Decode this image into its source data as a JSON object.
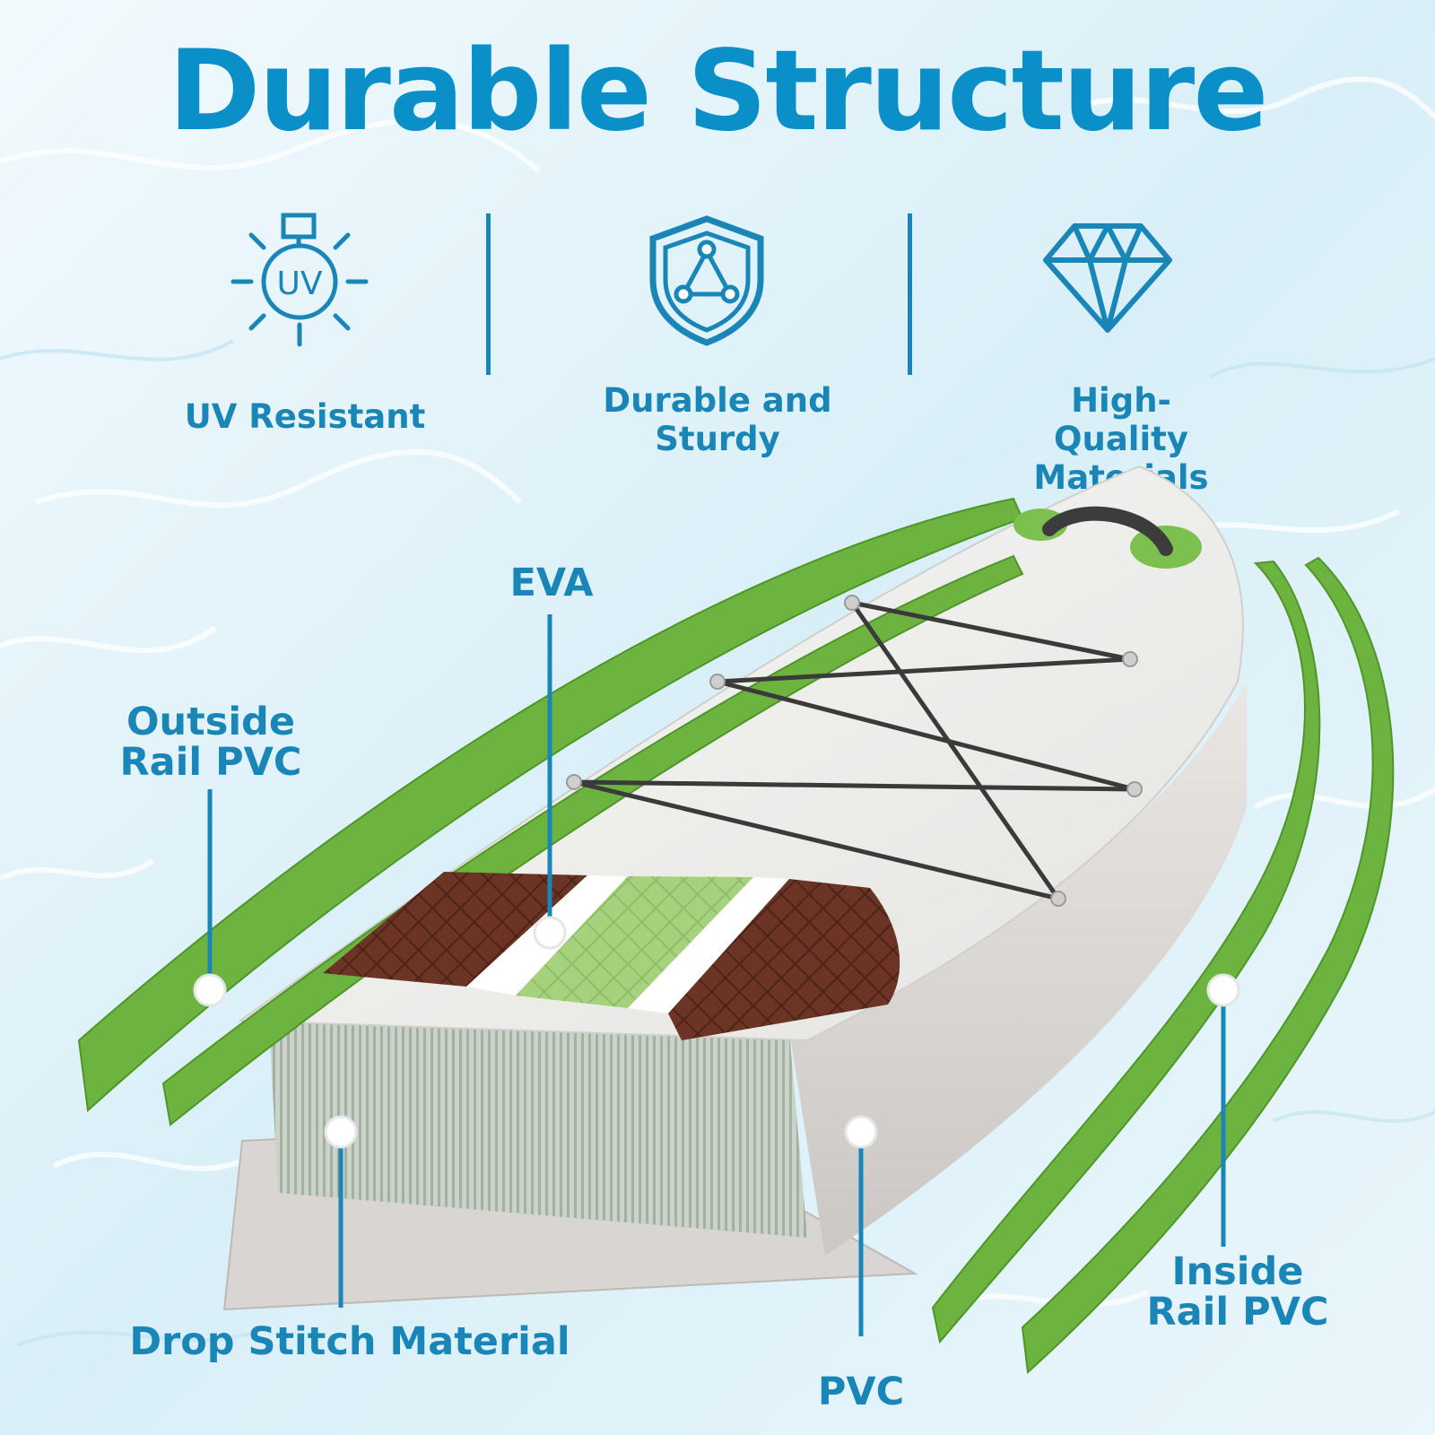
{
  "title": "Durable Structure",
  "features": [
    {
      "icon": "uv-icon",
      "label": "UV Resistant"
    },
    {
      "icon": "shield-icon",
      "label": "Durable and Sturdy"
    },
    {
      "icon": "diamond-icon",
      "label": "High-Quality Materials"
    }
  ],
  "callouts": {
    "eva": "EVA",
    "outside_rail_line1": "Outside",
    "outside_rail_line2": "Rail PVC",
    "drop_stitch": "Drop Stitch Material",
    "pvc": "PVC",
    "inside_rail_line1": "Inside",
    "inside_rail_line2": "Rail PVC"
  },
  "icon_text": {
    "uv": "UV"
  },
  "colors": {
    "accent": "#1a86b8",
    "title": "#0a8fc9",
    "rail_green": "#6cb43f",
    "pad_brown": "#6b3424",
    "pad_green": "#a6d17d"
  }
}
